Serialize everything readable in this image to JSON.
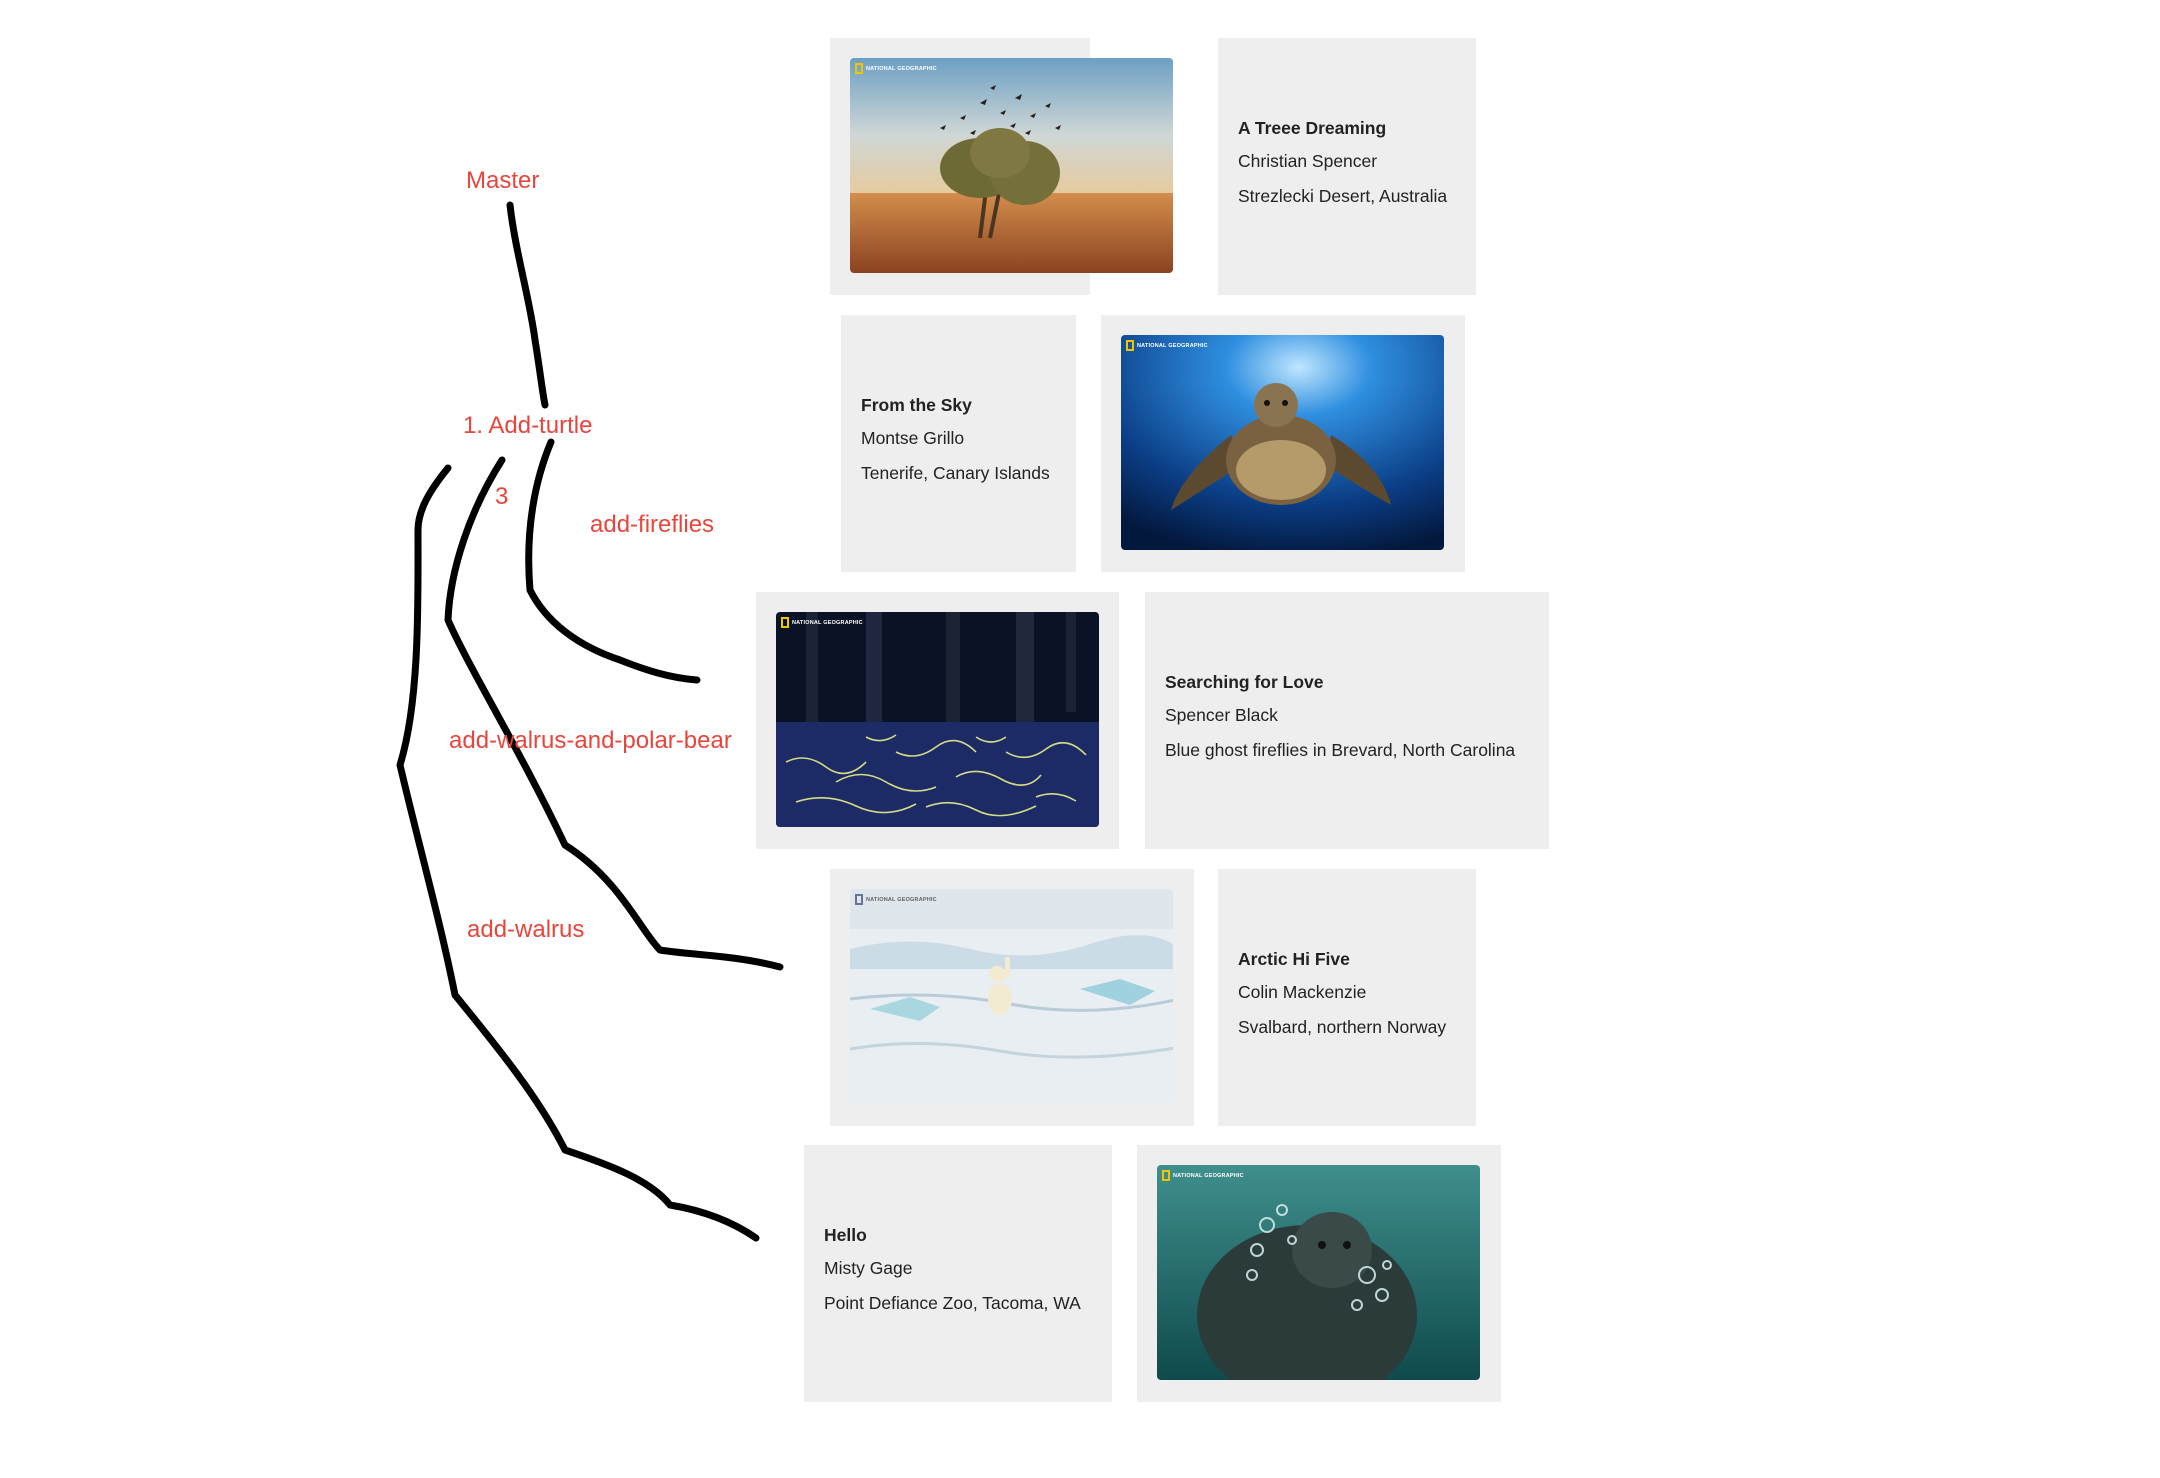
{
  "colors": {
    "card_bg": "#eeeeee",
    "annotation": "#e8453c",
    "ink": "#000000"
  },
  "annotations": {
    "master": "Master",
    "add_turtle": "1. Add-turtle",
    "three": "3",
    "add_fireflies": "add-fireflies",
    "add_walrus_and_polar_bear": "add-walrus-and-polar-bear",
    "add_walrus": "add-walrus"
  },
  "cards": [
    {
      "title": "A Treee Dreaming",
      "author": "Christian Spencer",
      "location": "Strezlecki Desert, Australia",
      "image": "tree-with-birds"
    },
    {
      "title": "From the Sky",
      "author": "Montse Grillo",
      "location": "Tenerife, Canary Islands",
      "image": "sea-turtle"
    },
    {
      "title": "Searching for Love",
      "author": "Spencer Black",
      "location": "Blue ghost fireflies in Brevard, North Carolina",
      "image": "fireflies-forest"
    },
    {
      "title": "Arctic Hi Five",
      "author": "Colin Mackenzie",
      "location": "Svalbard, northern Norway",
      "image": "polar-bear"
    },
    {
      "title": "Hello",
      "author": "Misty Gage",
      "location": "Point Defiance Zoo, Tacoma, WA",
      "image": "walrus"
    }
  ],
  "logo_text": "NATIONAL GEOGRAPHIC"
}
